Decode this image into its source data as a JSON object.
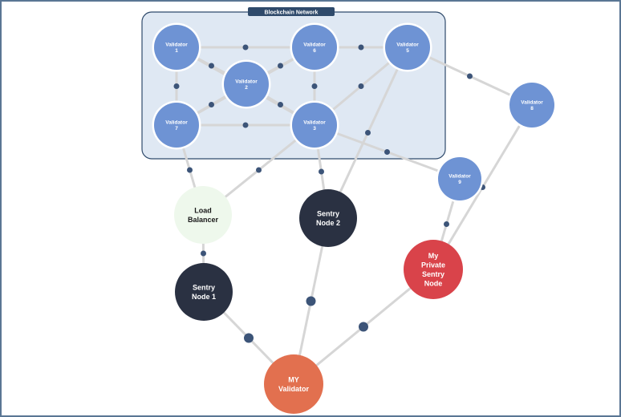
{
  "network": {
    "title": "Blockchain Network"
  },
  "nodes": [
    {
      "id": "v1",
      "lines": [
        "Validator",
        "1"
      ],
      "kind": "validator"
    },
    {
      "id": "v6",
      "lines": [
        "Validator",
        "6"
      ],
      "kind": "validator"
    },
    {
      "id": "v5",
      "lines": [
        "Validator",
        "5"
      ],
      "kind": "validator"
    },
    {
      "id": "v2",
      "lines": [
        "Validator",
        "2"
      ],
      "kind": "validator"
    },
    {
      "id": "v7",
      "lines": [
        "Validator",
        "7"
      ],
      "kind": "validator"
    },
    {
      "id": "v3",
      "lines": [
        "Validator",
        "3"
      ],
      "kind": "validator"
    },
    {
      "id": "v8",
      "lines": [
        "Validator",
        "8"
      ],
      "kind": "validator"
    },
    {
      "id": "v9",
      "lines": [
        "Validator",
        "9"
      ],
      "kind": "validator"
    },
    {
      "id": "lb",
      "lines": [
        "Load",
        "Balancer"
      ],
      "kind": "balancer"
    },
    {
      "id": "s2",
      "lines": [
        "Sentry",
        "Node 2"
      ],
      "kind": "sentry"
    },
    {
      "id": "s1",
      "lines": [
        "Sentry",
        "Node 1"
      ],
      "kind": "sentry"
    },
    {
      "id": "ps",
      "lines": [
        "My",
        "Private",
        "Sentry",
        "Node"
      ],
      "kind": "private"
    },
    {
      "id": "my",
      "lines": [
        "MY",
        "Validator"
      ],
      "kind": "mine"
    }
  ],
  "edges": [
    [
      "v1",
      "v6"
    ],
    [
      "v6",
      "v5"
    ],
    [
      "v1",
      "v7"
    ],
    [
      "v1",
      "v2"
    ],
    [
      "v1",
      "v3"
    ],
    [
      "v6",
      "v2"
    ],
    [
      "v6",
      "v3"
    ],
    [
      "v6",
      "v7"
    ],
    [
      "v2",
      "v7"
    ],
    [
      "v2",
      "v3"
    ],
    [
      "v7",
      "v3"
    ],
    [
      "v5",
      "v3"
    ],
    [
      "v5",
      "s2"
    ],
    [
      "v5",
      "v8"
    ],
    [
      "v3",
      "v9"
    ],
    [
      "v3",
      "s2"
    ],
    [
      "v3",
      "lb"
    ],
    [
      "v7",
      "lb"
    ],
    [
      "lb",
      "s1"
    ],
    [
      "s1",
      "my"
    ],
    [
      "s2",
      "my"
    ],
    [
      "ps",
      "my"
    ],
    [
      "v9",
      "ps"
    ],
    [
      "v8",
      "ps"
    ]
  ],
  "colors": {
    "validator": "#6e93d4",
    "sentry": "#2a3142",
    "balancer": "#eef8ec",
    "private": "#d9434a",
    "mine": "#e2704f",
    "edge": "#d6d6d6",
    "connector_dot": "#3c5478",
    "network_fill": "#dfe8f3"
  }
}
